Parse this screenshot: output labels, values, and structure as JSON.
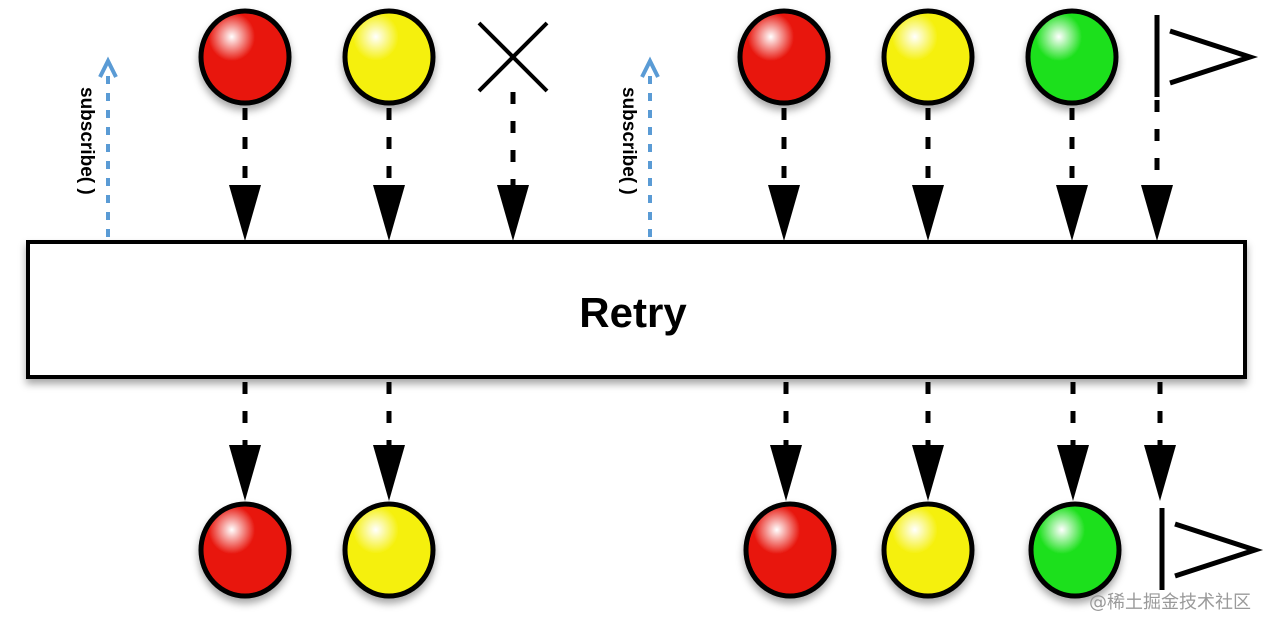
{
  "operator": {
    "label": "Retry"
  },
  "subscribe_label": "subscribe( )",
  "colors": {
    "red": "#e8180f",
    "yellow": "#f5f00a",
    "green": "#1ee01e",
    "subscribe_arrow": "#5a9bd5",
    "line": "#000000"
  },
  "source": {
    "events": [
      {
        "type": "subscribe"
      },
      {
        "type": "marble",
        "color": "red"
      },
      {
        "type": "marble",
        "color": "yellow"
      },
      {
        "type": "error"
      },
      {
        "type": "subscribe"
      },
      {
        "type": "marble",
        "color": "red"
      },
      {
        "type": "marble",
        "color": "yellow"
      },
      {
        "type": "marble",
        "color": "green"
      },
      {
        "type": "complete"
      }
    ]
  },
  "result": {
    "events": [
      {
        "type": "marble",
        "color": "red"
      },
      {
        "type": "marble",
        "color": "yellow"
      },
      {
        "type": "marble",
        "color": "red"
      },
      {
        "type": "marble",
        "color": "yellow"
      },
      {
        "type": "marble",
        "color": "green"
      },
      {
        "type": "complete"
      }
    ]
  },
  "watermark": "@稀土掘金技术社区"
}
